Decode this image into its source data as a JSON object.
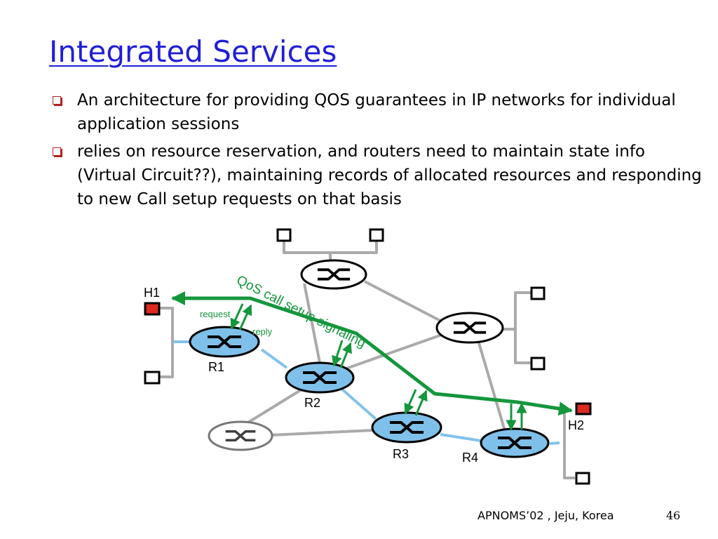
{
  "slide": {
    "title": "Integrated Services",
    "bullets": [
      "An architecture for providing QOS guarantees in IP networks for individual application sessions",
      "relies on resource reservation, and routers need to maintain state info (Virtual Circuit??), maintaining records of allocated resources and responding to new Call setup requests on that basis"
    ]
  },
  "diagram": {
    "signaling_label": "QoS call setup signaling",
    "request_label": "request",
    "reply_label": "reply",
    "hosts": {
      "h1": "H1",
      "h2": "H2"
    },
    "routers": {
      "r1": "R1",
      "r2": "R2",
      "r3": "R3",
      "r4": "R4"
    }
  },
  "footer": {
    "venue": "APNOMS’02 , Jeju, Korea",
    "page": "46"
  },
  "colors": {
    "title": "#1f1fd6",
    "signaling": "#14963c",
    "router_fill": "#7fc0ea",
    "host_red": "#dd2a1e",
    "link_gray": "#aaaaaa",
    "link_blue": "#82c3ea",
    "bullet": "#b32020"
  }
}
